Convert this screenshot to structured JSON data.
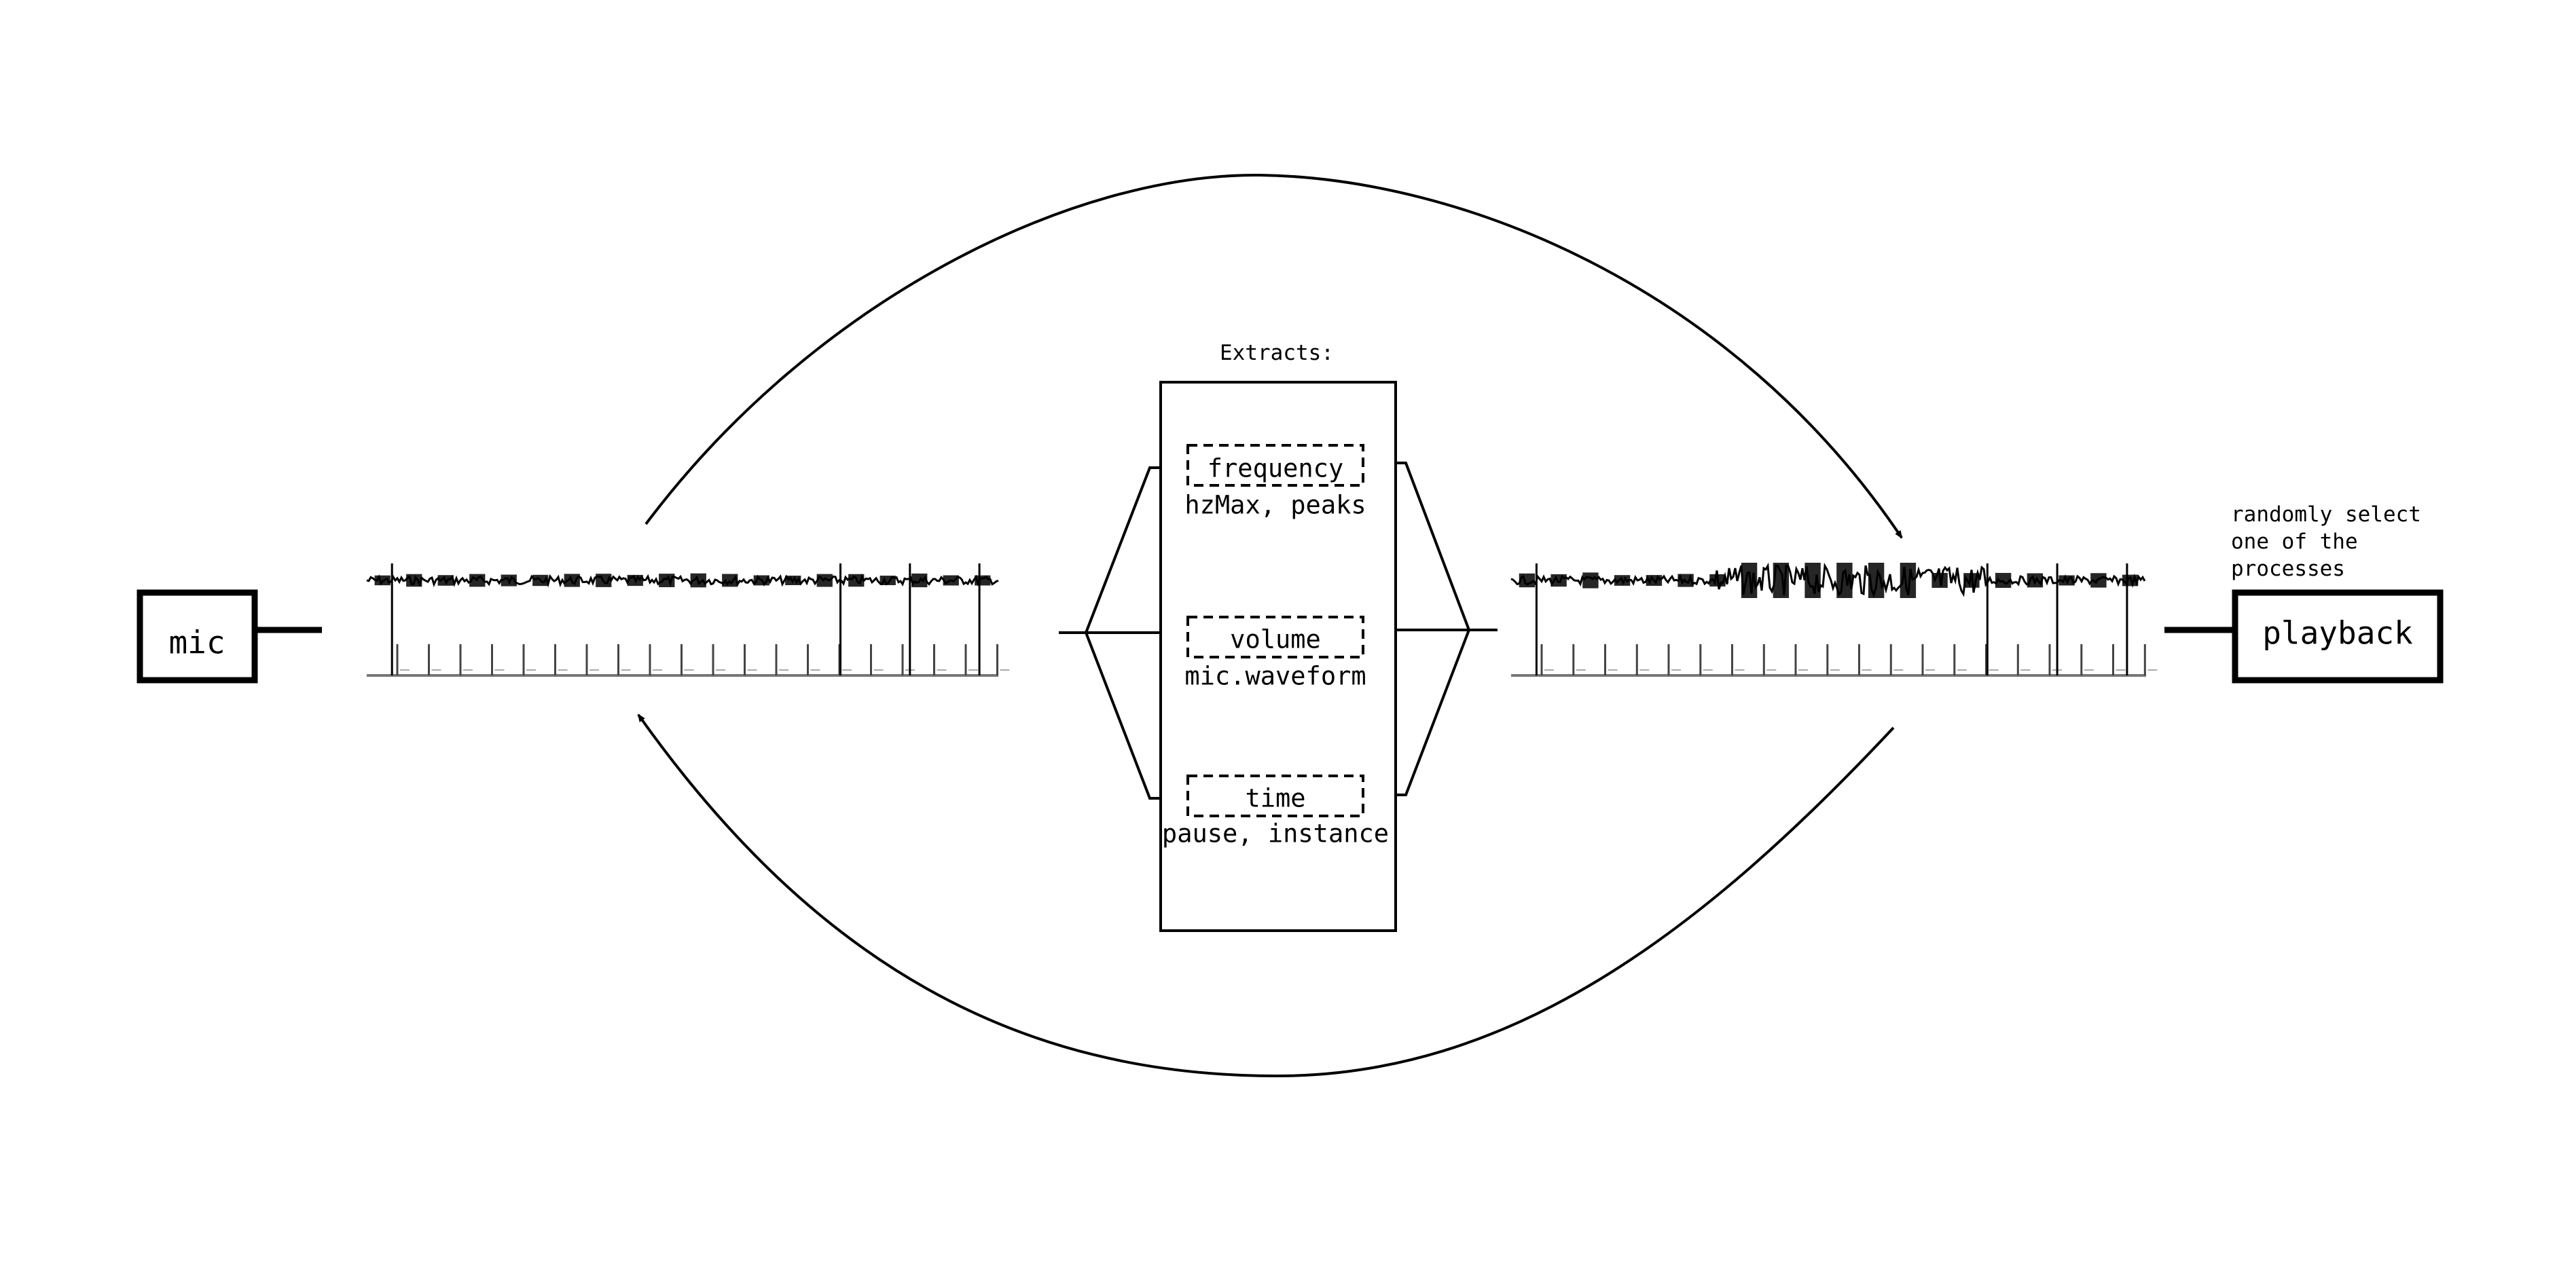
{
  "nodes": {
    "mic": "mic",
    "playback": "playback"
  },
  "extractor": {
    "heading": "Extracts:",
    "features": [
      {
        "name": "frequency",
        "detail": "hzMax, peaks"
      },
      {
        "name": "volume",
        "detail": "mic.waveform"
      },
      {
        "name": "time",
        "detail": "pause, instance"
      }
    ]
  },
  "playback_note": [
    "randomly select",
    "one of the",
    "processes"
  ]
}
